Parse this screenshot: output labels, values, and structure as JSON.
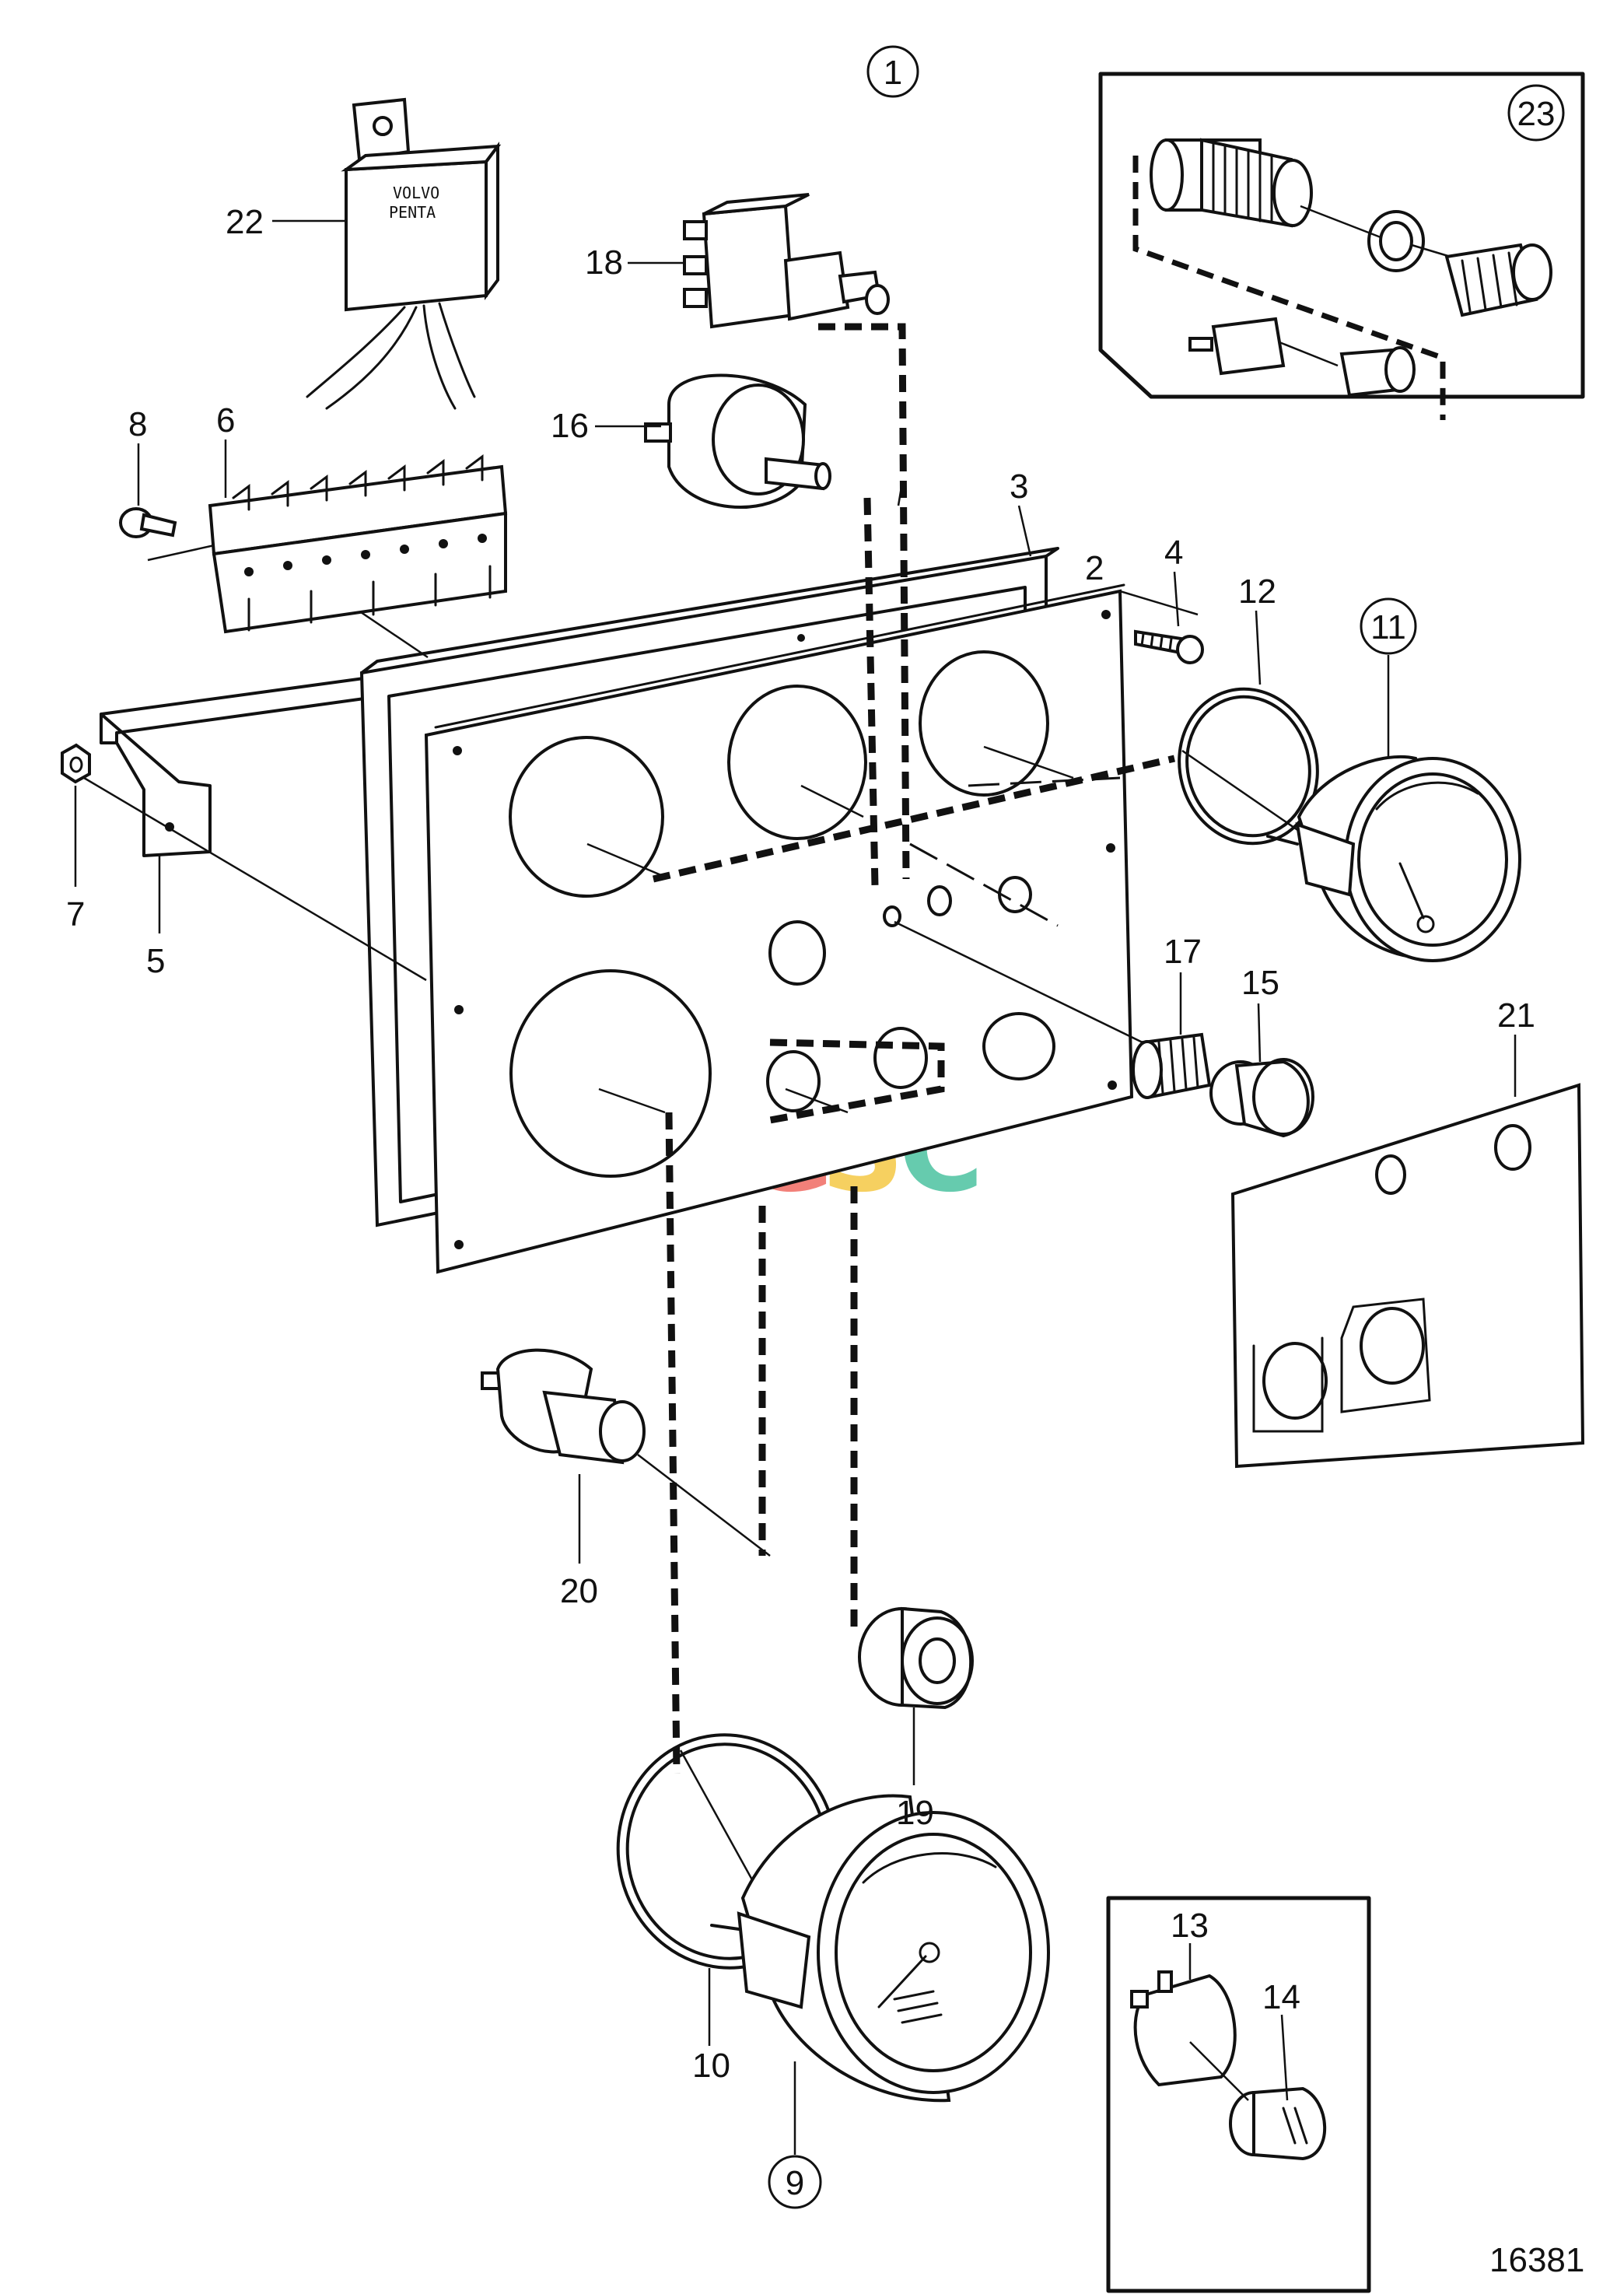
{
  "diagram": {
    "figure_number": "16381",
    "callouts": {
      "c1": "1",
      "c2": "2",
      "c3": "3",
      "c4": "4",
      "c5": "5",
      "c6": "6",
      "c7": "7",
      "c8": "8",
      "c9": "9",
      "c10": "10",
      "c11": "11",
      "c12": "12",
      "c13": "13",
      "c14": "14",
      "c15": "15",
      "c16": "16",
      "c17": "17",
      "c18": "18",
      "c19": "19",
      "c20": "20",
      "c21": "21",
      "c22": "22",
      "c23": "23"
    },
    "relay_label_line1": "VOLVO",
    "relay_label_line2": "PENTA",
    "watermark": {
      "letters": [
        "C",
        "G",
        "S",
        "C"
      ],
      "colors": [
        "#4a8cf0",
        "#f06a62",
        "#f5c845",
        "#4cc2a0"
      ]
    }
  }
}
